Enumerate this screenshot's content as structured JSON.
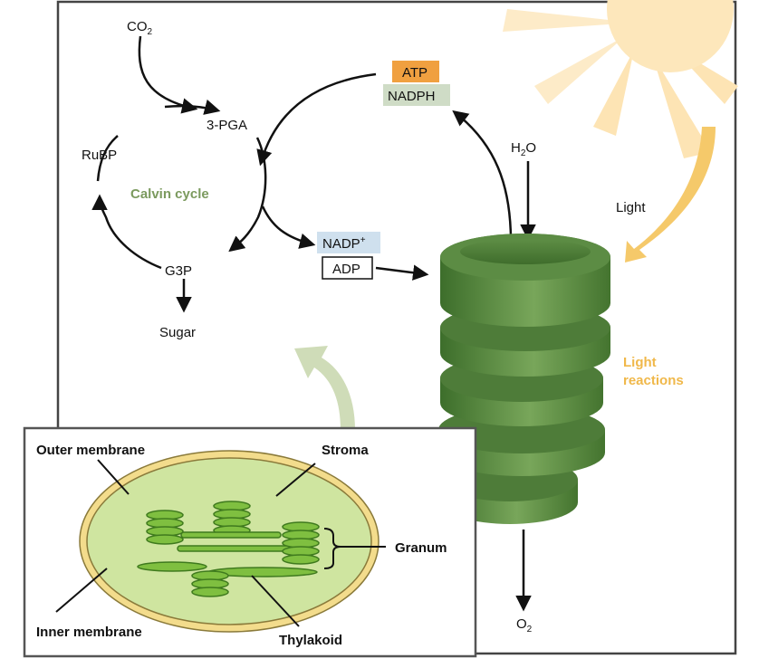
{
  "calvin": {
    "co2": "CO",
    "co2_sub": "2",
    "pga": "3-PGA",
    "rubp": "RuBP",
    "g3p": "G3P",
    "sugar": "Sugar",
    "cycle": "Calvin cycle"
  },
  "energy": {
    "atp": "ATP",
    "nadph": "NADPH",
    "nadp": "NADP",
    "nadp_sup": "+",
    "adp": "ADP"
  },
  "light": {
    "h2o_h": "H",
    "h2o_sub": "2",
    "h2o_o": "O",
    "o2": "O",
    "o2_sub": "2",
    "light": "Light",
    "reactions_line1": "Light",
    "reactions_line2": "reactions"
  },
  "chloroplast": {
    "outer": "Outer membrane",
    "stroma": "Stroma",
    "granum": "Granum",
    "inner": "Inner membrane",
    "thylakoid": "Thylakoid"
  },
  "colors": {
    "atp_fill": "#f0a040",
    "nadph_fill": "#cfdcc6",
    "nadp_fill": "#cfe0ee",
    "calvin_text": "#7b9a5e",
    "light_text": "#f0b84a",
    "disk_dark": "#3a6d2a",
    "disk_light": "#7aa85a",
    "stroma_fill": "#cfe5a0",
    "membrane": "#f3dc8c"
  }
}
